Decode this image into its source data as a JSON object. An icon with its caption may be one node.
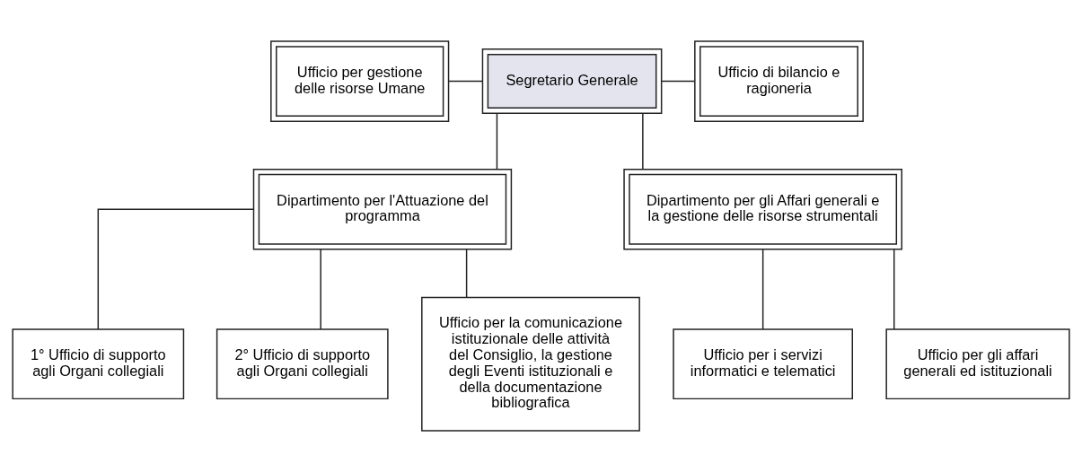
{
  "diagram": {
    "nodes": [
      {
        "text": [
          "Ufficio per gestione delle risorse Umane"
        ]
      },
      {
        "text": [
          "Segretario Generale"
        ]
      },
      {
        "text": [
          "Ufficio di bilancio e ragioneria"
        ]
      },
      {
        "text": [
          "Dipartimento per l'Attuazione del programma"
        ]
      },
      {
        "text": [
          "Dipartimento per gli Affari generali e la gestione delle risorse strumentali"
        ]
      },
      {
        "text": [
          "1° Ufficio di supporto agli Organi collegiali"
        ]
      },
      {
        "text": [
          "2° Ufficio di supporto agli Organi collegiali"
        ]
      },
      {
        "text": [
          "Ufficio per la comunicazione istituzionale delle attività del Consiglio, la gestione degli Eventi istituzionali e della documentazione bibliografica"
        ]
      },
      {
        "text": [
          "Ufficio per i servizi informatici e telematici"
        ]
      },
      {
        "text": [
          "Ufficio per gli affari generali ed istituzionali"
        ]
      }
    ],
    "edges": [
      {
        "from": 0,
        "to": 1,
        "arrow": "none"
      },
      {
        "from": 1,
        "to": 2,
        "arrow": "none"
      },
      {
        "from": 1,
        "to": 3,
        "arrow": "none"
      },
      {
        "from": 1,
        "to": 4,
        "arrow": "none"
      },
      {
        "from": 3,
        "to": 5,
        "arrow": "none"
      },
      {
        "from": 3,
        "to": 6,
        "arrow": "none"
      },
      {
        "from": 3,
        "to": 7,
        "arrow": "none"
      },
      {
        "from": 4,
        "to": 8,
        "arrow": "none"
      },
      {
        "from": 4,
        "to": 9,
        "arrow": "none"
      }
    ]
  }
}
